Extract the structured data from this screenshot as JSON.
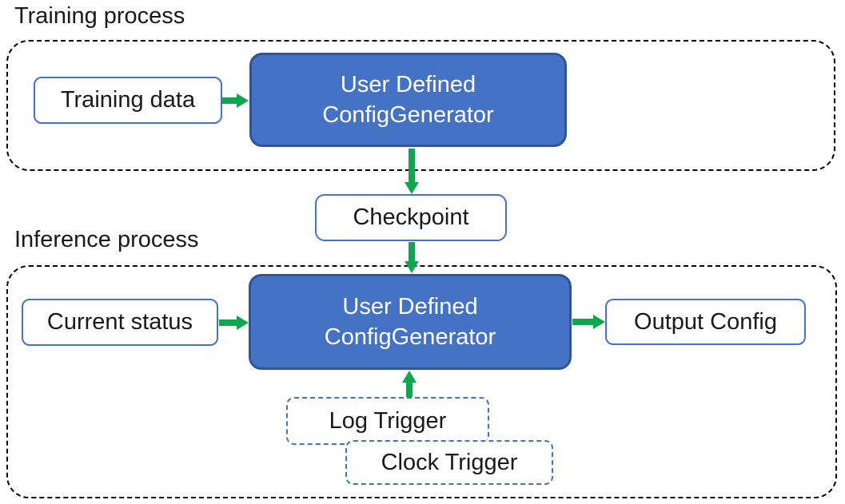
{
  "colors": {
    "primary_blue": "#4472C4",
    "generator_border_blue": "#2F5597",
    "arrow_green": "#10A650",
    "outline_black": "#000000",
    "text_dark": "#1A1A1A",
    "text_white": "#FFFFFF"
  },
  "training": {
    "label": "Training process",
    "input_box": "Training data",
    "generator": {
      "line1": "User Defined",
      "line2": "ConfigGenerator"
    }
  },
  "checkpoint": {
    "label": "Checkpoint"
  },
  "inference": {
    "label": "Inference process",
    "input_box": "Current status",
    "generator": {
      "line1": "User Defined",
      "line2": "ConfigGenerator"
    },
    "output_box": "Output Config",
    "log_trigger": "Log Trigger",
    "clock_trigger": "Clock Trigger"
  }
}
